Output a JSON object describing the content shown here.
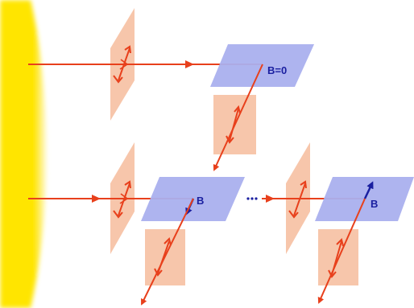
{
  "labels": {
    "top_field": "B=0",
    "bottom_field_left": "B",
    "bottom_field_right": "B"
  },
  "colors": {
    "source": "#ffe500",
    "source_edge": "#fffbe0",
    "polarization_plane": "#f7c3a6",
    "scatter_plane": "#aab0ee",
    "ray": "#e8401c",
    "field_vector": "#1a1fa0",
    "label_text": "#1a1fa0"
  },
  "icons": {
    "source": "sun-glow-icon",
    "polarization": "double-arrow-polarization-icon",
    "continuation": "ellipsis-dots-icon"
  }
}
